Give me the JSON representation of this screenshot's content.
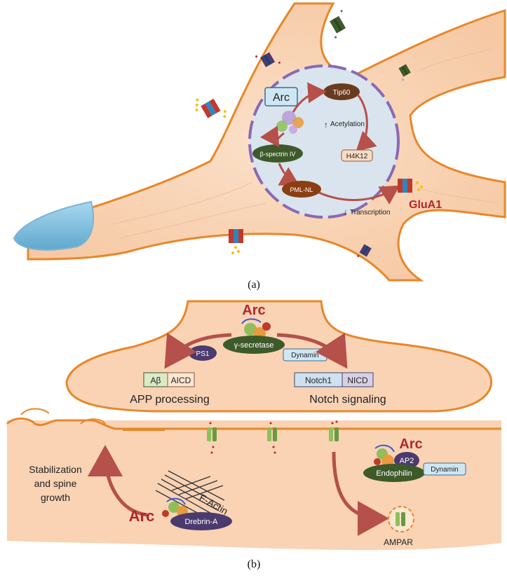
{
  "panel_a": {
    "label": "(a)",
    "arc": "Arc",
    "tip60": "Tip60",
    "acetylation": "Acetylation",
    "h4k12": "H4K12",
    "bspectrin": "β-spectrin IV",
    "pmlnl": "PML-NL",
    "transcription": "Transcription",
    "glua1": "GluA1"
  },
  "panel_b": {
    "label": "(b)",
    "arc_top": "Arc",
    "gsecretase": "γ-secretase",
    "ps1": "PS1",
    "dynamin_top": "Dynamin",
    "abeta": "Aβ",
    "aicd": "AICD",
    "app_processing": "APP processing",
    "notch1": "Notch1",
    "nicd": "NICD",
    "notch_signaling": "Notch signaling",
    "stabilization_1": "Stabilization",
    "stabilization_2": "and spine",
    "stabilization_3": "growth",
    "factin": "F-Actin",
    "arc_left": "Arc",
    "drebrin": "Drebrin-A",
    "arc_right": "Arc",
    "ap2": "AP2",
    "endophilin": "Endophilin",
    "dynamin_right": "Dynamin",
    "ampar": "AMPAR"
  },
  "colors": {
    "membrane": "#e8872a",
    "cytoplasm": "#f9d3b4",
    "nucleus": "#d9e4ee",
    "arrow": "#b5504a",
    "arc_red": "#b3262b",
    "purple": "#4b3a6e",
    "green": "#3e5a2a"
  }
}
